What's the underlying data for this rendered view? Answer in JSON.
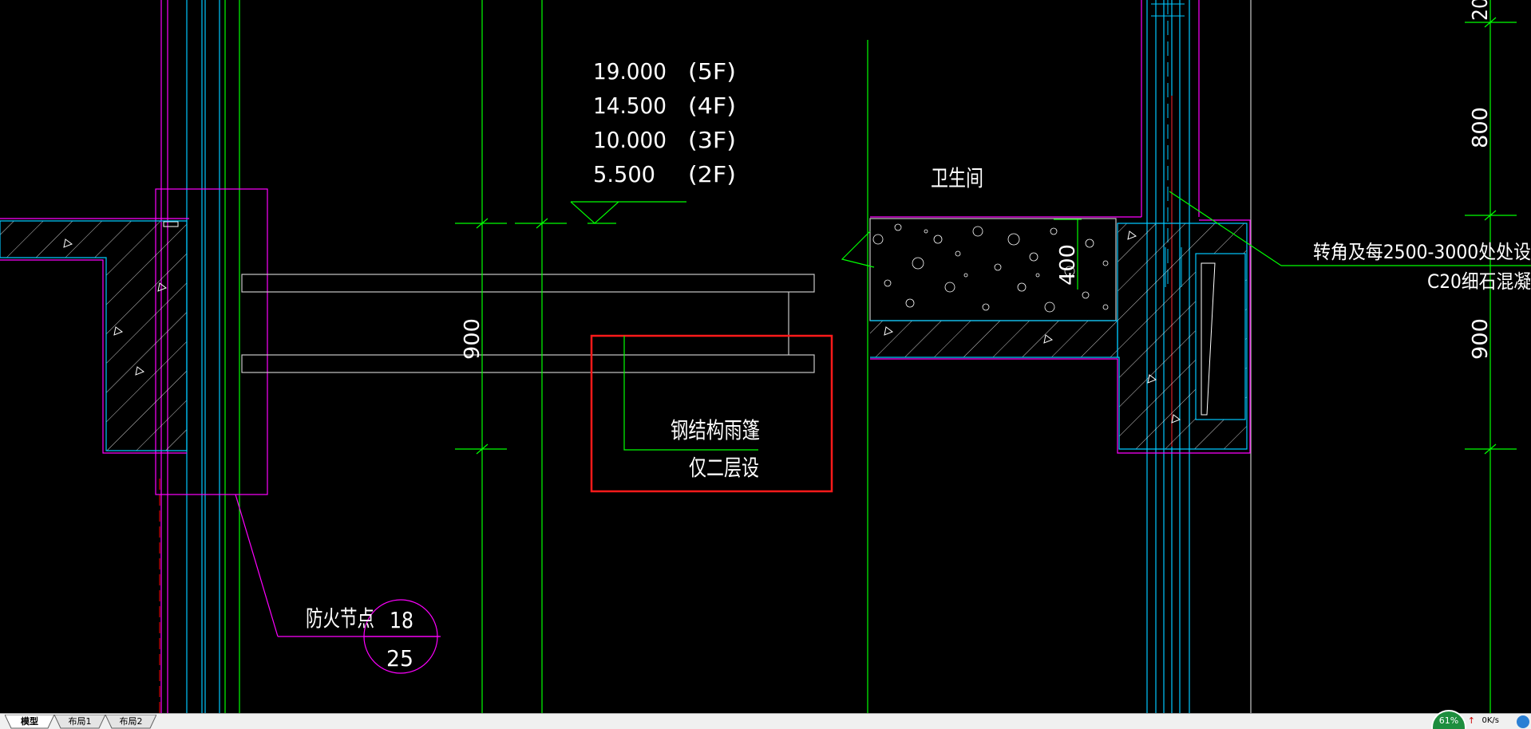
{
  "drawing": {
    "elevations": [
      "19.000",
      "14.500",
      "10.000",
      "5.500"
    ],
    "floors": [
      "(5F)",
      "(4F)",
      "(3F)",
      "(2F)"
    ],
    "room_label": "卫生间",
    "callout_line1": "钢结构雨篷",
    "callout_line2": "仅二层设",
    "fire_node_label": "防火节点",
    "detail_number": "18",
    "sheet_number": "25",
    "note_line1": "转角及每2500-3000处处设",
    "note_line2": "C20细石混凝",
    "dim_900_left": "900",
    "dim_400": "400",
    "dim_900_right": "900",
    "dim_800": "800",
    "dim_top_right": "20"
  },
  "tabs": [
    "模型",
    "布局1",
    "布局2"
  ],
  "status": {
    "speed": "0K/s",
    "gauge_percent": "61%"
  },
  "colors": {
    "background": "#000000",
    "magenta": "#ff00ff",
    "cyan": "#00c8ff",
    "green": "#00ff00",
    "white": "#ffffff",
    "highlight_box": "#ff1a1a"
  }
}
